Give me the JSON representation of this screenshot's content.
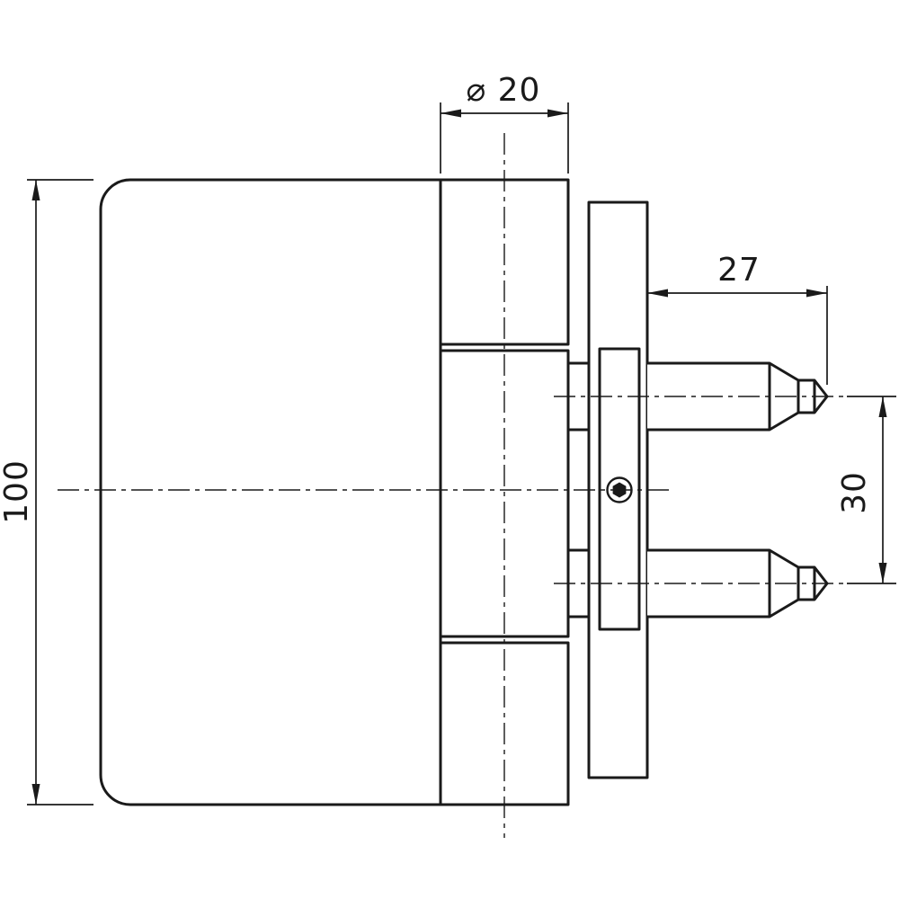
{
  "drawing": {
    "kind": "technical-dimension-drawing",
    "subject": "hinge-side-view",
    "dimensions": {
      "barrel_diameter": "⌀ 20",
      "pin_length": "27",
      "pin_spacing": "30",
      "overall_height": "100"
    },
    "colors": {
      "line": "#1a1a1a",
      "background": "#ffffff"
    }
  }
}
